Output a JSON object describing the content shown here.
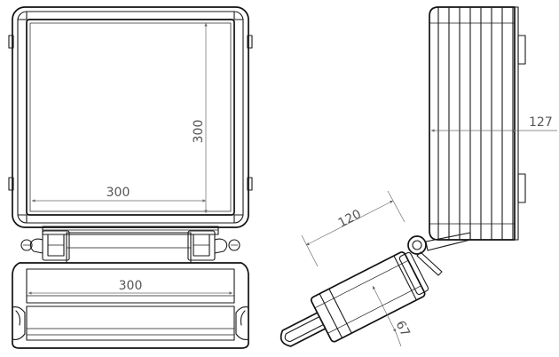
{
  "dimensions": {
    "front_width": "300",
    "front_height": "300",
    "base_width": "300",
    "side_depth": "127",
    "bracket_length": "120",
    "bracket_height": "67"
  },
  "colors": {
    "line": "#1a1a1a",
    "dimension": "#6a6a6a",
    "background": "#ffffff"
  }
}
